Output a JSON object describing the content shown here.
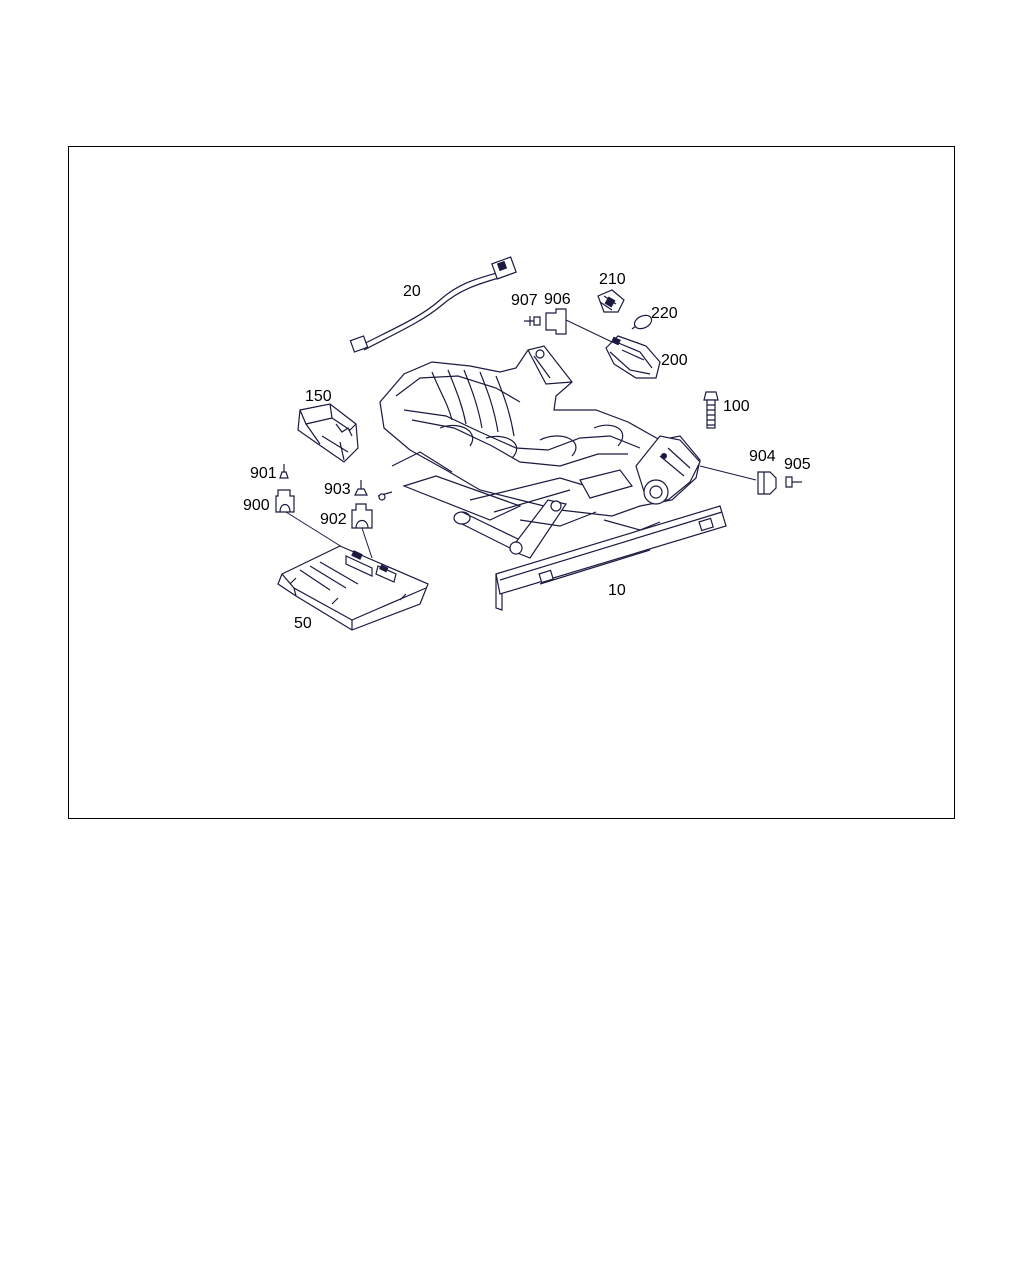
{
  "diagram": {
    "labels": {
      "p10": "10",
      "p20": "20",
      "p50": "50",
      "p100": "100",
      "p150": "150",
      "p200": "200",
      "p210": "210",
      "p220": "220",
      "p900": "900",
      "p901": "901",
      "p902": "902",
      "p903": "903",
      "p904": "904",
      "p905": "905",
      "p906": "906",
      "p907": "907"
    },
    "colors": {
      "line": "#1a1a40",
      "frame": "#000000",
      "background": "#ffffff"
    }
  }
}
